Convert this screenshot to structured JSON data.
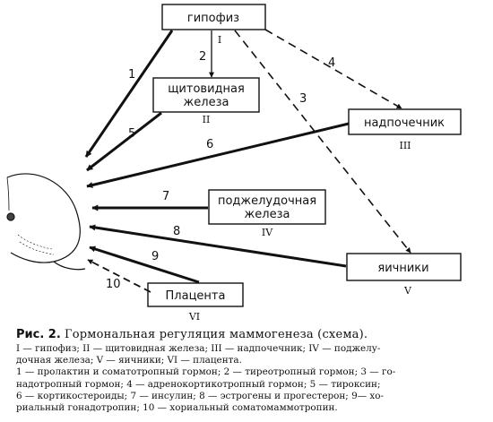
{
  "diagram": {
    "boxes": {
      "pituitary": {
        "label": "гипофиз",
        "roman": "I"
      },
      "thyroid": {
        "label_line1": "щитовидная",
        "label_line2": "железа",
        "roman": "II"
      },
      "adrenal": {
        "label": "надпочечник",
        "roman": "III"
      },
      "pancreas": {
        "label_line1": "поджелудочная",
        "label_line2": "железа",
        "roman": "IV"
      },
      "ovaries": {
        "label": "яичники",
        "roman": "V"
      },
      "placenta": {
        "label": "Плацента",
        "roman": "VI"
      }
    },
    "arrow_numbers": [
      "1",
      "2",
      "3",
      "4",
      "5",
      "6",
      "7",
      "8",
      "9",
      "10"
    ]
  },
  "caption": {
    "fig_label": "Рис. 2.",
    "title": "Гормональная регуляция маммогенеза (схема).",
    "line1": "I — гипофиз; II — щитовидная железа; III — надпочечник; IV — поджелу-",
    "line2": "дочная железа; V — яичники; VI — плацента.",
    "line3": "1 — пролактин и соматотропный гормон; 2 — тиреотропный гормон; 3 — го-",
    "line4": "надотропный гормон; 4 — адренокортикотропный гормон; 5 — тироксин;",
    "line5": "6 — кортикостероиды; 7 — инсулин; 8 — эстрогены и прогестерон; 9— хо-",
    "line6": "риальный гонадотропин; 10 — хориальный соматомаммотропин."
  }
}
